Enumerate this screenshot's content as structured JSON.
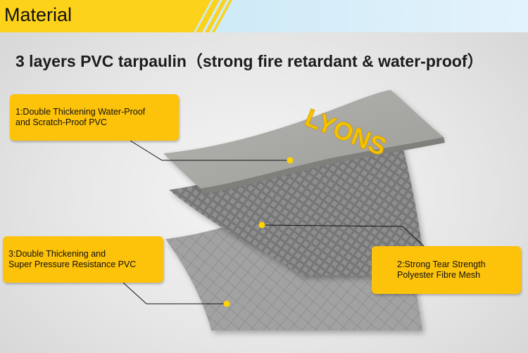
{
  "banner": {
    "title": "Material",
    "colors": {
      "yellow": "#fdd21a",
      "blue": "#cde9f6"
    }
  },
  "headline": "3 layers PVC tarpaulin（strong fire retardant & water-proof）",
  "logo_text": "LYONS",
  "callouts": {
    "layer1": {
      "line1": "1:Double Thickening Water-Proof",
      "line2": "and Scratch-Proof PVC"
    },
    "layer2": {
      "line1": "2:Strong Tear Strength",
      "line2": "Polyester Fibre Mesh"
    },
    "layer3": {
      "line1": "3:Double Thickening and",
      "line2": "Super Pressure Resistance PVC"
    }
  },
  "colors": {
    "callout": "#fdc20a",
    "marker": "#ffd400",
    "logo": "#f5c400"
  }
}
